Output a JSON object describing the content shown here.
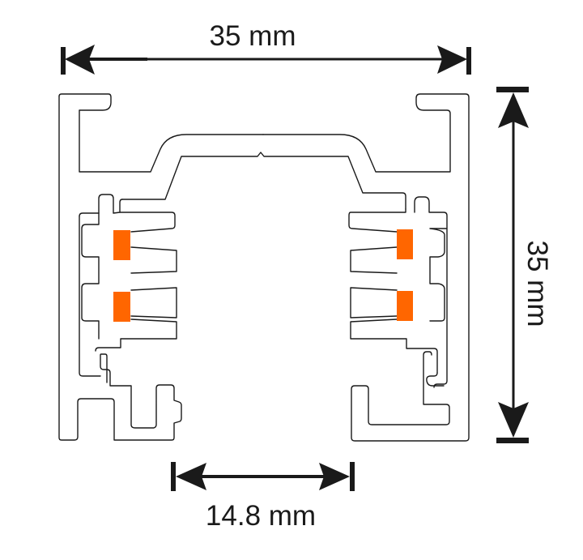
{
  "diagram": {
    "subject": "3-circuit lighting track profile cross-section",
    "dimensions": {
      "width": {
        "label": "35 mm",
        "value": 35,
        "unit": "mm",
        "orientation": "horizontal",
        "position": "top"
      },
      "height": {
        "label": "35 mm",
        "value": 35,
        "unit": "mm",
        "orientation": "vertical",
        "position": "right"
      },
      "opening": {
        "label": "14.8 mm",
        "value": 14.8,
        "unit": "mm",
        "orientation": "horizontal",
        "position": "bottom"
      }
    },
    "conductors": {
      "count": 4,
      "color": "#ff6600",
      "positions": [
        "left-upper",
        "left-lower",
        "right-upper",
        "right-lower"
      ]
    },
    "colors": {
      "outline": "#1a1a1a",
      "conductor": "#ff6600",
      "background": "#ffffff"
    }
  }
}
